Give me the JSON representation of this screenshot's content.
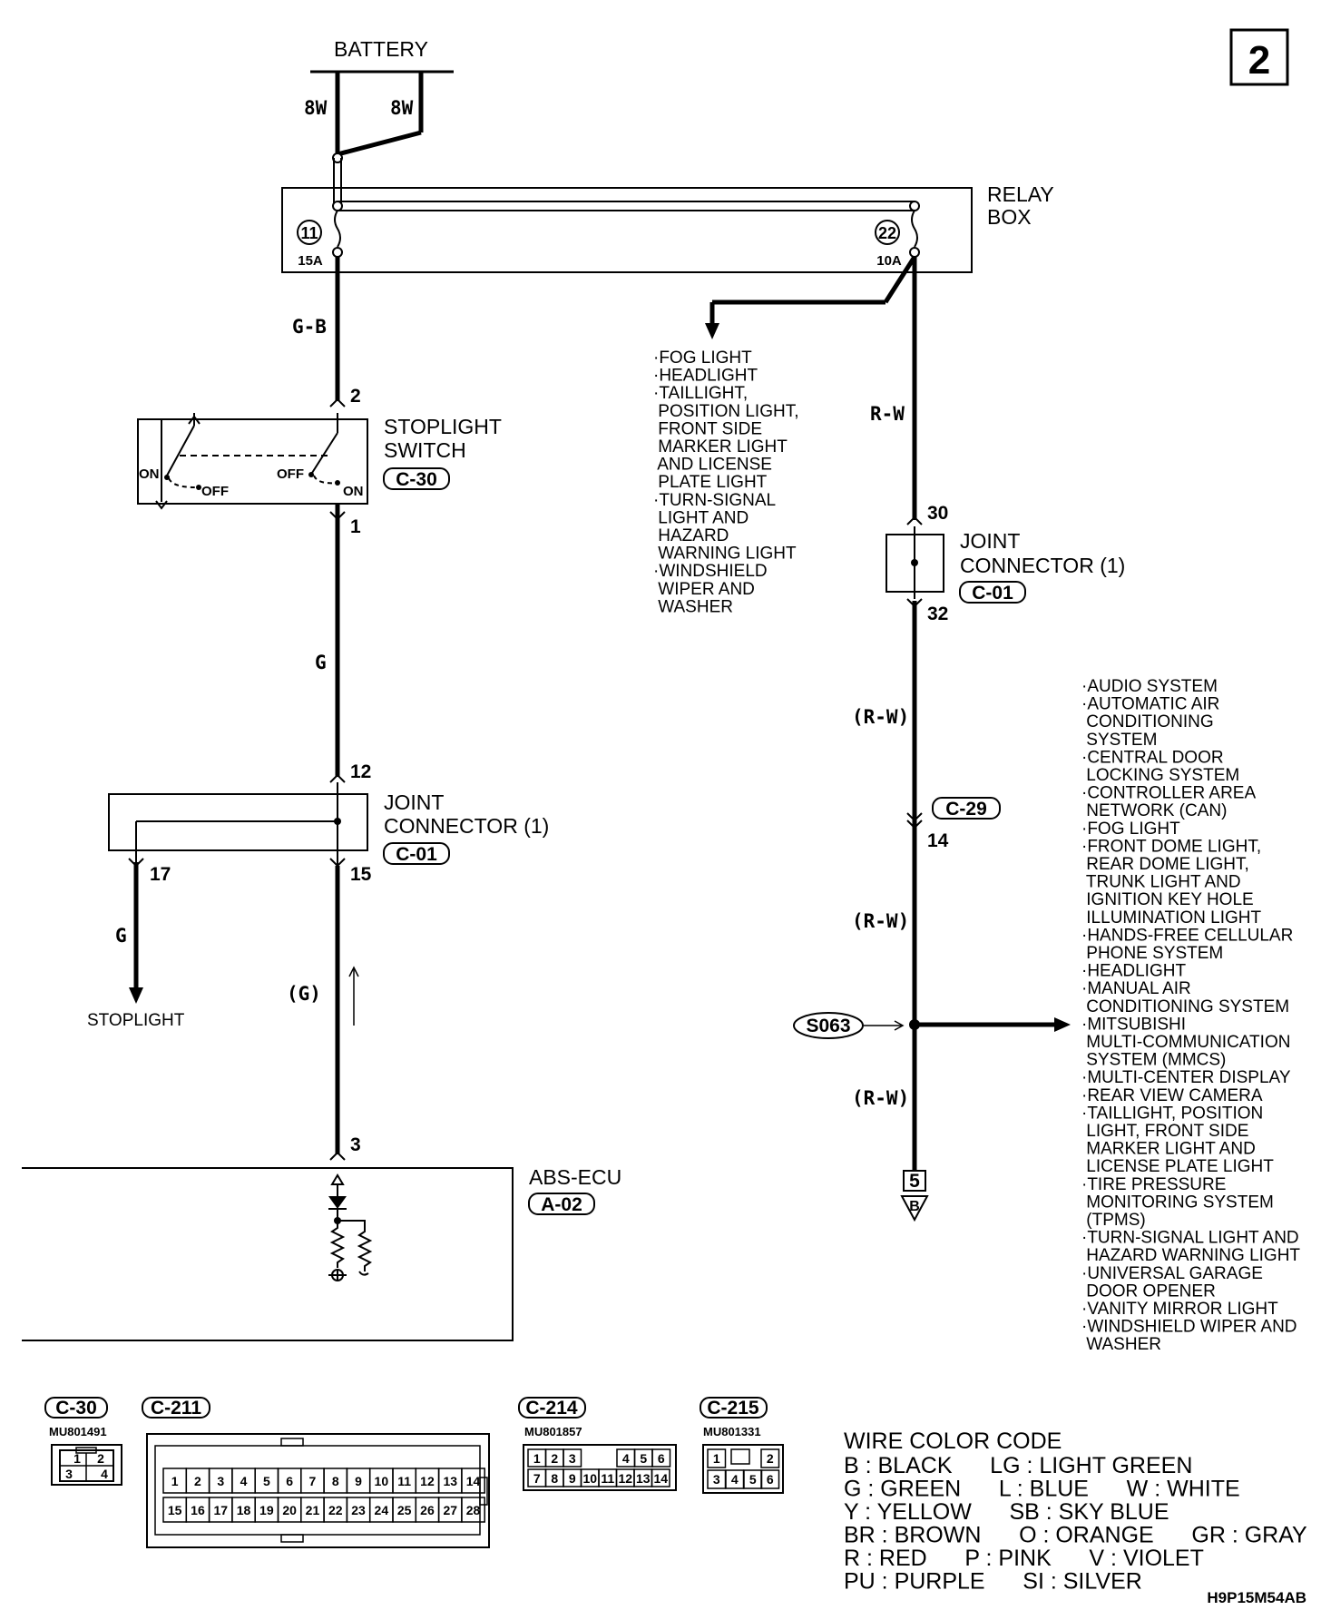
{
  "page": {
    "number": "2",
    "code": "H9P15M54AB"
  },
  "battery": {
    "label": "BATTERY",
    "wire_left": "8W",
    "wire_right": "8W"
  },
  "relay_box": {
    "label_line1": "RELAY",
    "label_line2": "BOX",
    "fuse_a": {
      "number": "11",
      "rating": "15A"
    },
    "fuse_b": {
      "number": "22",
      "rating": "10A"
    }
  },
  "left_circuit": {
    "wire_gb": "G-B",
    "pin_top": "2",
    "switch": {
      "label_line1": "STOPLIGHT",
      "label_line2": "SWITCH",
      "connector": "C-30",
      "on_left": "ON",
      "off_left": "OFF",
      "off_right": "OFF",
      "on_right": "ON"
    },
    "pin_bottom": "1",
    "wire_g": "G",
    "joint": {
      "pin_in": "12",
      "label_line1": "JOINT",
      "label_line2": "CONNECTOR (1)",
      "connector": "C-01",
      "pin_out_left": "17",
      "pin_out_right": "15"
    },
    "stoplight_wire": "G",
    "stoplight_label": "STOPLIGHT",
    "wire_g_paren": "(G)",
    "pin_ecu": "3"
  },
  "abs_ecu": {
    "label": "ABS-ECU",
    "connector": "A-02"
  },
  "relay_outputs": {
    "items": [
      "·FOG LIGHT",
      "·HEADLIGHT",
      "·TAILLIGHT,",
      " POSITION LIGHT,",
      " FRONT SIDE",
      " MARKER LIGHT",
      " AND LICENSE",
      " PLATE LIGHT",
      "·TURN-SIGNAL",
      " LIGHT AND",
      " HAZARD",
      " WARNING LIGHT",
      "·WINDSHIELD",
      " WIPER AND",
      " WASHER"
    ]
  },
  "right_circuit": {
    "wire_rw": "R-W",
    "joint": {
      "pin_in": "30",
      "label_line1": "JOINT",
      "label_line2": "CONNECTOR (1)",
      "connector": "C-01",
      "pin_out": "32"
    },
    "wire_rw_paren_1": "(R-W)",
    "connector_c29": "C-29",
    "pin_c29": "14",
    "wire_rw_paren_2": "(R-W)",
    "splice": "S063",
    "wire_rw_paren_3": "(R-W)",
    "ground_top": "5",
    "ground_bottom": "B"
  },
  "splice_outputs": {
    "items": [
      "·AUDIO SYSTEM",
      "·AUTOMATIC AIR",
      " CONDITIONING",
      " SYSTEM",
      "·CENTRAL DOOR",
      " LOCKING SYSTEM",
      "·CONTROLLER AREA",
      " NETWORK (CAN)",
      "·FOG LIGHT",
      "·FRONT DOME LIGHT,",
      " REAR DOME LIGHT,",
      " TRUNK LIGHT AND",
      " IGNITION KEY HOLE",
      " ILLUMINATION LIGHT",
      "·HANDS-FREE CELLULAR",
      " PHONE SYSTEM",
      "·HEADLIGHT",
      "·MANUAL AIR",
      " CONDITIONING SYSTEM",
      "·MITSUBISHI",
      " MULTI-COMMUNICATION",
      " SYSTEM (MMCS)",
      "·MULTI-CENTER DISPLAY",
      "·REAR VIEW CAMERA",
      "·TAILLIGHT, POSITION",
      " LIGHT, FRONT SIDE",
      " MARKER LIGHT AND",
      " LICENSE PLATE LIGHT",
      "·TIRE PRESSURE",
      " MONITORING SYSTEM",
      " (TPMS)",
      "·TURN-SIGNAL LIGHT AND",
      " HAZARD WARNING LIGHT",
      "·UNIVERSAL GARAGE",
      " DOOR OPENER",
      "·VANITY MIRROR LIGHT",
      "·WINDSHIELD WIPER AND",
      " WASHER"
    ]
  },
  "connector_views": {
    "c30": {
      "label": "C-30",
      "part": "MU801491",
      "pins": [
        "1",
        "2",
        "3",
        "4"
      ]
    },
    "c211": {
      "label": "C-211",
      "pins_top": [
        "1",
        "2",
        "3",
        "4",
        "5",
        "6",
        "7",
        "8",
        "9",
        "10",
        "11",
        "12",
        "13",
        "14"
      ],
      "pins_bottom": [
        "15",
        "16",
        "17",
        "18",
        "19",
        "20",
        "21",
        "22",
        "23",
        "24",
        "25",
        "26",
        "27",
        "28"
      ]
    },
    "c214": {
      "label": "C-214",
      "part": "MU801857",
      "pins_top": [
        "1",
        "2",
        "3",
        "4",
        "5",
        "6"
      ],
      "pins_bottom": [
        "7",
        "8",
        "9",
        "10",
        "11",
        "12",
        "13",
        "14"
      ]
    },
    "c215": {
      "label": "C-215",
      "part": "MU801331",
      "pins": [
        "1",
        "2",
        "3",
        "4",
        "5",
        "6"
      ]
    }
  },
  "wire_color_code": {
    "title": "WIRE COLOR CODE",
    "rows": [
      "B : BLACK      LG : LIGHT GREEN",
      "G : GREEN      L : BLUE      W : WHITE",
      "Y : YELLOW      SB : SKY BLUE",
      "BR : BROWN      O : ORANGE      GR : GRAY",
      "R : RED      P : PINK      V : VIOLET",
      "PU : PURPLE      SI : SILVER"
    ]
  }
}
